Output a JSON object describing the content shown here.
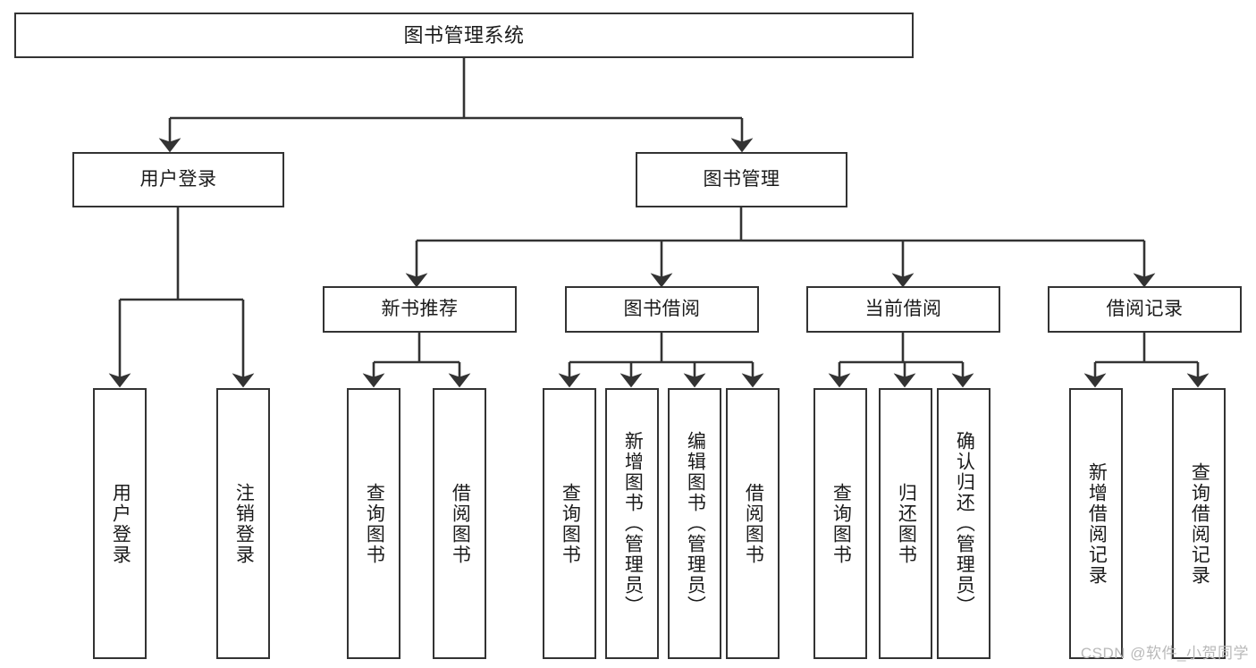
{
  "diagram": {
    "title": "图书管理系统",
    "type": "hierarchy-tree",
    "root": {
      "id": "root",
      "label": "图书管理系统"
    },
    "level2": [
      {
        "id": "user-login",
        "label": "用户登录"
      },
      {
        "id": "book-management",
        "label": "图书管理"
      }
    ],
    "level3": [
      {
        "id": "new-book-recommend",
        "label": "新书推荐"
      },
      {
        "id": "book-borrow",
        "label": "图书借阅"
      },
      {
        "id": "current-borrow",
        "label": "当前借阅"
      },
      {
        "id": "borrow-record",
        "label": "借阅记录"
      }
    ],
    "leaves": {
      "user_login": [
        {
          "id": "leaf-user-login",
          "label": "用户登录"
        },
        {
          "id": "leaf-logout-login",
          "label": "注销登录"
        }
      ],
      "new_book_recommend": [
        {
          "id": "leaf-query-book-1",
          "label": "查询图书"
        },
        {
          "id": "leaf-borrow-book-1",
          "label": "借阅图书"
        }
      ],
      "book_borrow": [
        {
          "id": "leaf-query-book-2",
          "label": "查询图书"
        },
        {
          "id": "leaf-add-book",
          "label": "新增图书（管理员）"
        },
        {
          "id": "leaf-edit-book",
          "label": "编辑图书（管理员）"
        },
        {
          "id": "leaf-borrow-book-2",
          "label": "借阅图书"
        }
      ],
      "current_borrow": [
        {
          "id": "leaf-query-book-3",
          "label": "查询图书"
        },
        {
          "id": "leaf-return-book",
          "label": "归还图书"
        },
        {
          "id": "leaf-confirm-return",
          "label": "确认归还（管理员）"
        }
      ],
      "borrow_record": [
        {
          "id": "leaf-add-record",
          "label": "新增借阅记录"
        },
        {
          "id": "leaf-query-record",
          "label": "查询借阅记录"
        }
      ]
    },
    "colors": {
      "stroke": "#333333",
      "fill": "#ffffff",
      "text": "#1b1b1b",
      "watermark": "#b9b9b9"
    }
  },
  "watermark": {
    "text": "CSDN @软件_小贺同学"
  }
}
